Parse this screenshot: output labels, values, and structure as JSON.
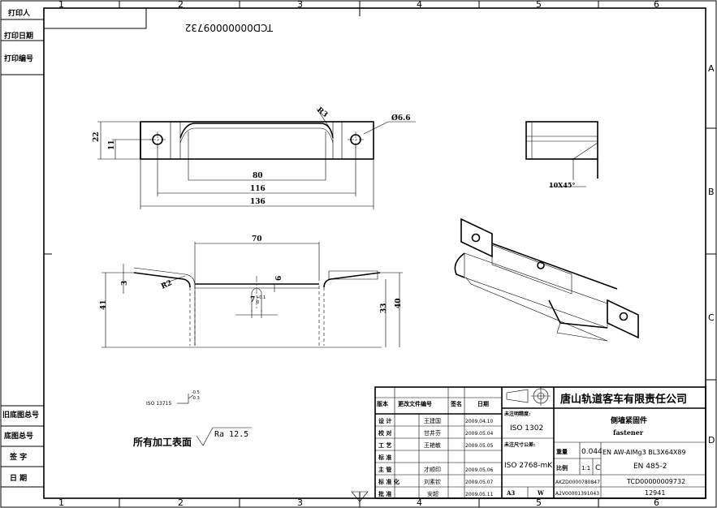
{
  "zones": {
    "columns": [
      "1",
      "2",
      "3",
      "4",
      "5",
      "6"
    ],
    "rows": [
      "A",
      "B",
      "C",
      "D"
    ]
  },
  "left_strip": {
    "print_person": "打印人",
    "print_date": "打印日期",
    "print_number": "打印编号",
    "old_base_number": "旧底图总号",
    "base_number": "底图总号",
    "signature": "签  字",
    "date": "日  期"
  },
  "print_stamp": "TCD00000009732",
  "front_view": {
    "dim_22": "22",
    "dim_11": "11",
    "dim_80": "80",
    "dim_116": "116",
    "dim_136": "136",
    "radius": "R3",
    "hole": "Ø6.6"
  },
  "section_view": {
    "dim_70": "70",
    "dim_3": "3",
    "dim_41": "41",
    "dim_33": "33",
    "dim_40": "40",
    "radius": "R2",
    "dim_6": "6",
    "dim_7": "7",
    "tol_7": "+0.1",
    "tol_7_sub": "0"
  },
  "detail_view": {
    "chamfer": "10X45°"
  },
  "notes": {
    "iso": "ISO 13715",
    "iso_val1": "-0.5",
    "iso_val2": "-0.3",
    "surface": "所有加工表面",
    "roughness": "Ra 12.5"
  },
  "title_block": {
    "header_version": "版本",
    "header_change_doc": "更改文件编号",
    "header_sign": "签名",
    "header_date": "日期",
    "company": "唐山轨道客车有限责任公司",
    "roles": [
      {
        "role": "设 计",
        "name": "王建国",
        "date": "2009.04.10"
      },
      {
        "role": "校 对",
        "name": "甘井芬",
        "date": "2009.05.04"
      },
      {
        "role": "工 艺",
        "name": "王艳敏",
        "date": "2009.05.05"
      },
      {
        "role": "标 准",
        "name": "",
        "date": ""
      },
      {
        "role": "主 管",
        "name": "才顺印",
        "date": "2009.05.06"
      },
      {
        "role": "标 准 化",
        "name": "刘素钦",
        "date": "2009.05.07"
      },
      {
        "role": "批 准",
        "name": "安超",
        "date": "2009.05.11"
      }
    ],
    "general_tol_label": "未注明精度:",
    "general_tol": "ISO 1302",
    "general_tol2_label": "未注尺寸公差:",
    "general_tol2": "ISO 2768-mK",
    "part_name_cn": "侧墙紧固件",
    "part_name_en": "fastener",
    "weight_label": "重量",
    "weight": "0.044",
    "material": "EN AW-AlMg3 BL3X64X89",
    "standard": "EN 485-2",
    "scale_label": "比例",
    "scale": "1:1",
    "scale_class": "C",
    "drawing_no": "TCD00000009732",
    "doc_no": "AKZD0000780847",
    "doc_no2": "A2V00001391043",
    "sheet_a3": "A3",
    "sheet_w": "W",
    "serial": "12941"
  }
}
